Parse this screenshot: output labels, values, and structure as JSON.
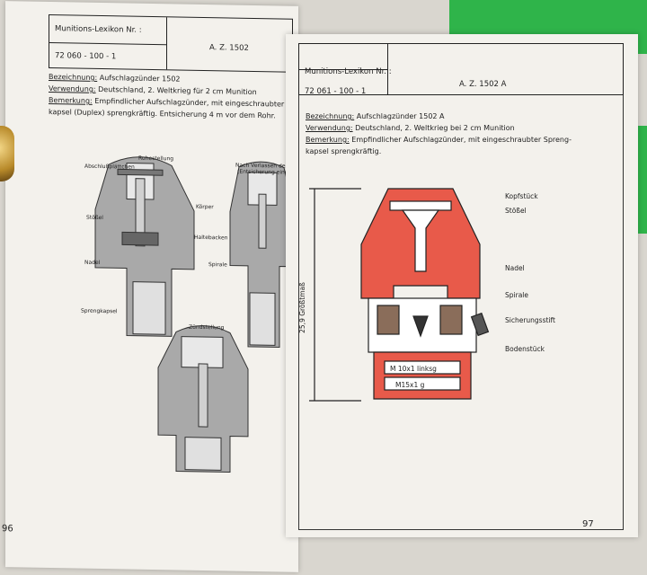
{
  "left_page": {
    "header_title": "Munitions-Lexikon Nr. :",
    "header_number": "72 060 - 100 - 1",
    "header_code": "A. Z. 1502",
    "bezeichnung_label": "Bezeichnung:",
    "bezeichnung_value": "Aufschlagzünder 1502",
    "verwendung_label": "Verwendung:",
    "verwendung_value": "Deutschland, 2. Weltkrieg für 2 cm Munition",
    "bemerkung_label": "Bemerkung:",
    "bemerkung_value": "Empfindlicher Aufschlagzünder, mit eingeschraubter Spreng-",
    "bemerkung_line2": "kapsel (Duplex) sprengkräftig. Entsicherung 4 m vor dem Rohr.",
    "caption_rest": "Ruhestellung",
    "caption_after": "Nach Verlassen des Rohres",
    "caption_after_sub": "(Entsicherung eingeleitet)",
    "caption_fire": "Zündstellung",
    "labels": {
      "abschluss": "Abschlußplättchen",
      "koerper": "Körper",
      "stoessel": "Stößel",
      "haltebacken": "Haltebacken",
      "nadel": "Nadel",
      "spirale": "Spirale",
      "sprengkapsel": "Sprengkapsel"
    },
    "page_number": "96"
  },
  "right_page": {
    "header_title": "Munitions-Lexikon Nr. :",
    "header_number": "72 061 - 100 - 1",
    "header_code": "A. Z. 1502 A",
    "bezeichnung_label": "Bezeichnung:",
    "bezeichnung_value": "Aufschlagzünder 1502 A",
    "verwendung_label": "Verwendung:",
    "verwendung_value": "Deutschland, 2. Weltkrieg bei 2 cm Munition",
    "bemerkung_label": "Bemerkung:",
    "bemerkung_value": "Empfindlicher Aufschlagzünder, mit eingeschraubter Spreng-",
    "bemerkung_line2": "kapsel sprengkräftig.",
    "labels": {
      "kopfstueck": "Kopfstück",
      "stoessel": "Stößel",
      "nadel": "Nadel",
      "spirale": "Spirale",
      "sicherungsstift": "Sicherungsstift",
      "bodenstueck": "Bodenstück",
      "dimension": "25,9 Größtmaß",
      "thread1": "M 10x1 linksg",
      "thread2": "M15x1 g"
    },
    "page_number": "97"
  }
}
